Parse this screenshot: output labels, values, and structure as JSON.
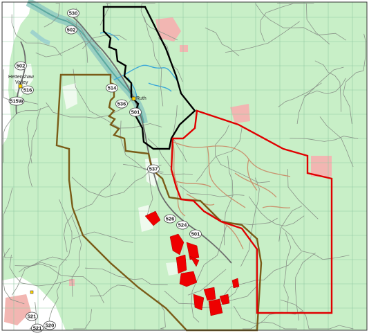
{
  "colors": {
    "land": "#c8efc7",
    "private_land": "#ffffff",
    "grid": "#92c9a3",
    "river": "#9fd3cd",
    "road_minor": "#8a9389",
    "road_major": "#6c6c6c",
    "red_boundary": "#e00000",
    "black_boundary": "#000000",
    "olive_boundary": "#7a5c18",
    "project_road": "#c9936f",
    "burn_unit": "#ee0000",
    "pink_parcel": "#f2b6b2",
    "lake": "#8fd3ee"
  },
  "places": [
    {
      "name": "Hettenshaw",
      "id": "hettenshaw"
    },
    {
      "name": "Valley",
      "id": "valley"
    },
    {
      "name": "Ruth",
      "id": "ruth"
    }
  ],
  "shields": [
    {
      "label": "530"
    },
    {
      "label": "502"
    },
    {
      "label": "502"
    },
    {
      "label": "516"
    },
    {
      "label": "515W"
    },
    {
      "label": "514"
    },
    {
      "label": "536"
    },
    {
      "label": "501"
    },
    {
      "label": "537"
    },
    {
      "label": "526"
    },
    {
      "label": "524"
    },
    {
      "label": "501"
    },
    {
      "label": "521"
    },
    {
      "label": "521"
    },
    {
      "label": "520"
    }
  ]
}
